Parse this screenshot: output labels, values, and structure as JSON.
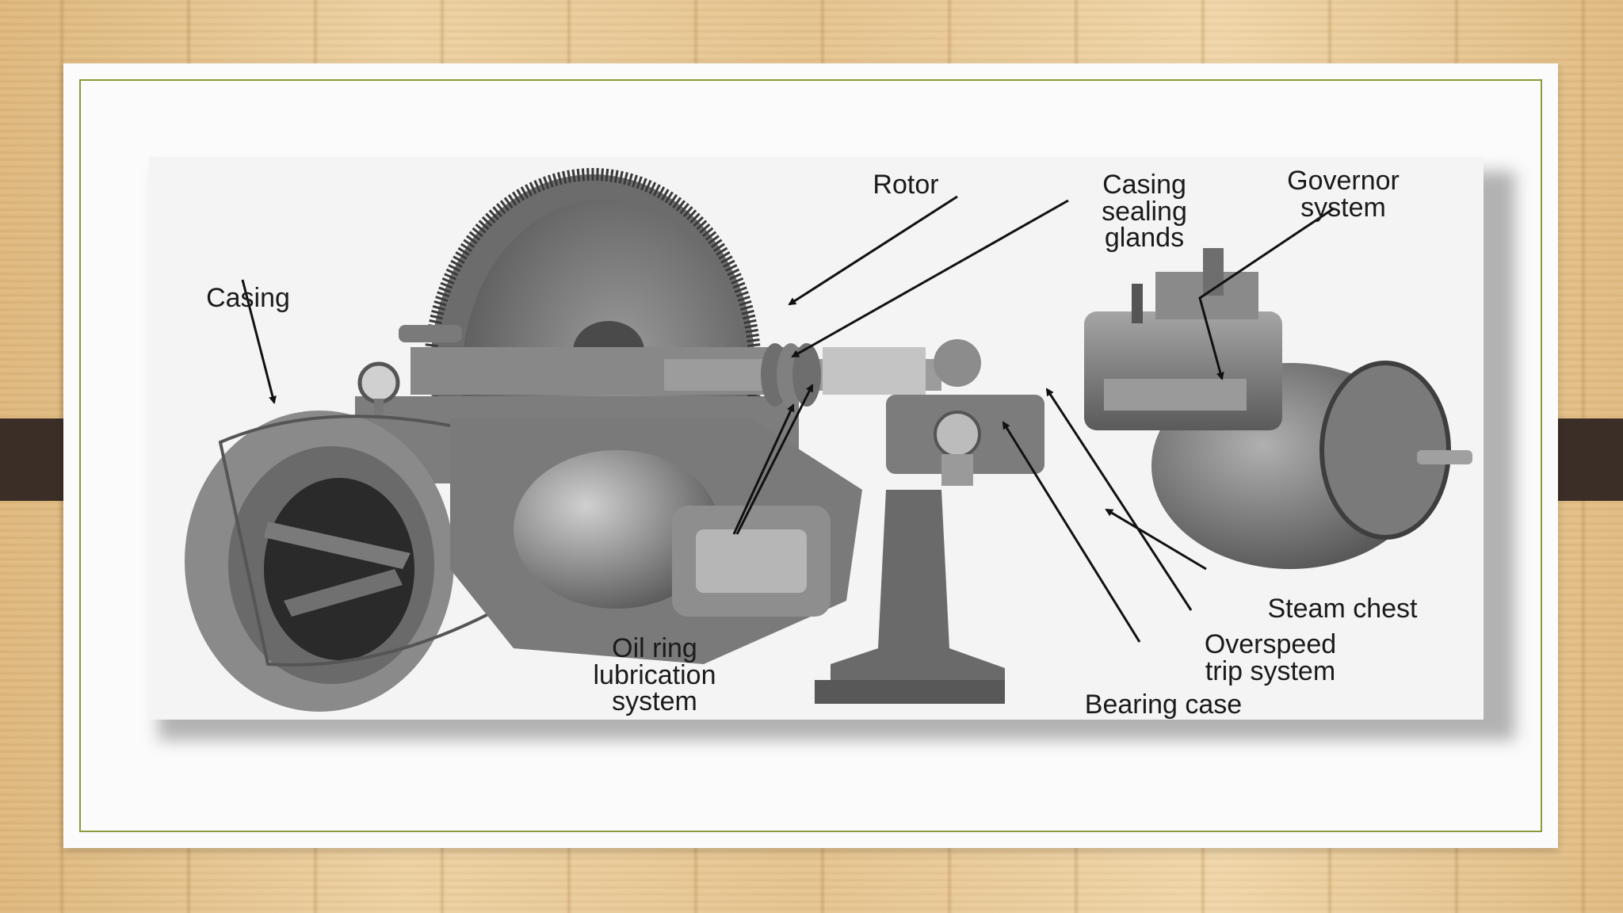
{
  "diagram": {
    "labels": {
      "rotor": "Rotor",
      "casing_sealing_glands": [
        "Casing",
        "sealing",
        "glands"
      ],
      "governor_system": [
        "Governor",
        "system"
      ],
      "casing": "Casing",
      "oil_ring": [
        "Oil ring",
        "lubrication",
        "system"
      ],
      "steam_chest": "Steam chest",
      "overspeed": [
        "Overspeed",
        "trip system"
      ],
      "bearing_case": "Bearing case"
    }
  },
  "colors": {
    "tab": "#3b2e26",
    "frame_border": "#8c9a3c",
    "card": "#fbfbfb"
  }
}
